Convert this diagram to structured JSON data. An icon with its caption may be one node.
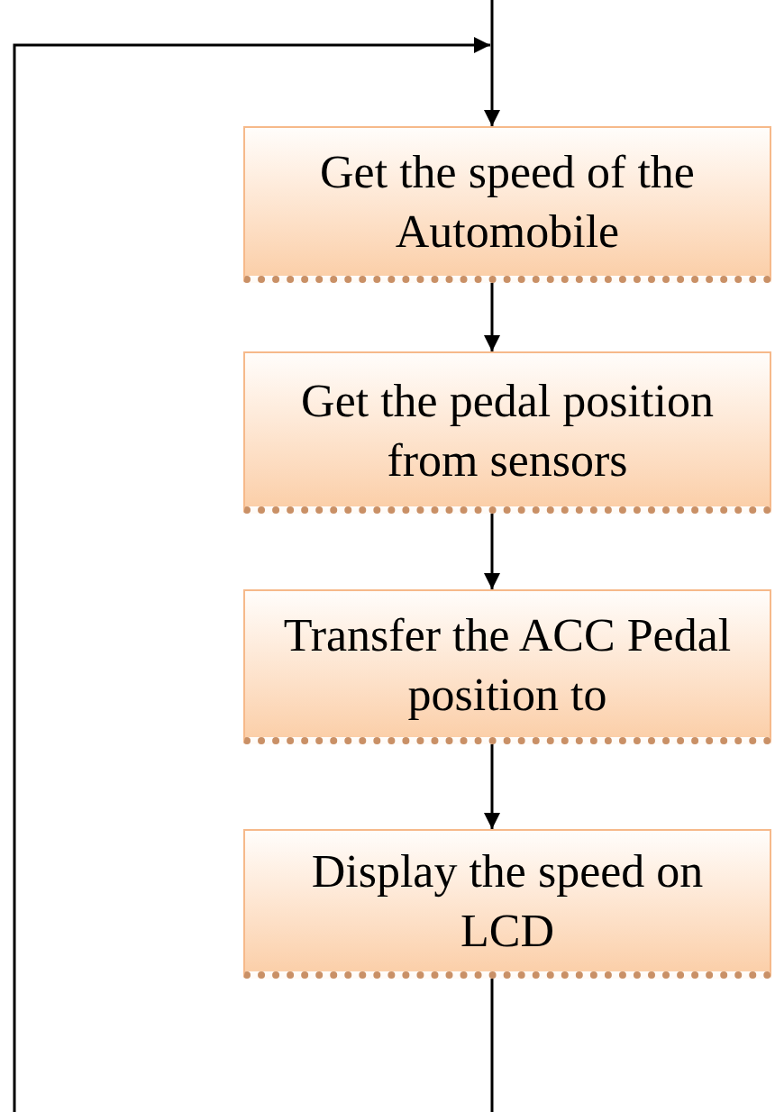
{
  "diagram": {
    "nodes": [
      {
        "text": [
          "Get the speed of the Automobile"
        ]
      },
      {
        "text": [
          "Get the pedal position from sensors"
        ]
      },
      {
        "text": [
          "Transfer the ACC Pedal position to"
        ]
      },
      {
        "text": [
          "Display the speed on LCD"
        ]
      }
    ],
    "edges": [
      {
        "from": null,
        "to": 0,
        "arrow": "to"
      },
      {
        "from": 0,
        "to": 1,
        "arrow": "to"
      },
      {
        "from": 1,
        "to": 2,
        "arrow": "to"
      },
      {
        "from": 2,
        "to": 3,
        "arrow": "to"
      },
      {
        "from": 3,
        "to": null,
        "arrow": "none"
      },
      {
        "from": null,
        "to": 0,
        "arrow": "to"
      }
    ]
  }
}
